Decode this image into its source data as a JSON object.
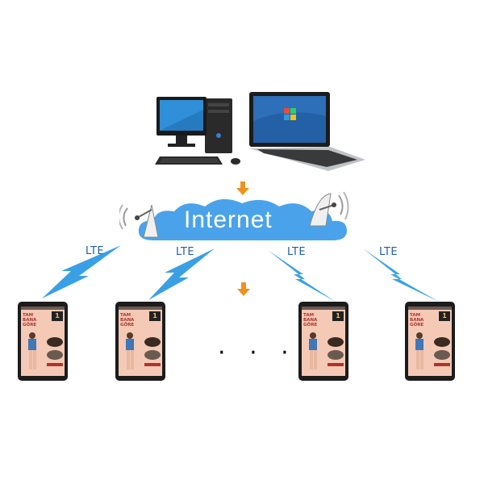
{
  "cloud": {
    "label": "Internet",
    "color": "#4aa3ea"
  },
  "wireless_links": [
    {
      "label": "LTE"
    },
    {
      "label": "LTE"
    },
    {
      "label": "LTE"
    },
    {
      "label": "LTE"
    }
  ],
  "devices": {
    "computers": [
      "desktop-computer-icon",
      "laptop-icon"
    ],
    "antennas": [
      "satellite-dish-icon",
      "satellite-dish-icon"
    ],
    "phones": [
      {
        "screen_text": "TAM BANA GÖRE",
        "badge": "1"
      },
      {
        "screen_text": "TAM BANA GÖRE",
        "badge": "1"
      },
      {
        "screen_text": "TAM BANA GÖRE",
        "badge": "1"
      },
      {
        "screen_text": "TAM BANA GÖRE",
        "badge": "1"
      }
    ],
    "ellipsis": "· · ·"
  },
  "colors": {
    "arrow": "#f0921e",
    "lightning": "#3aa0e6",
    "lte_text": "#1f5fa8",
    "cloud": "#4aa3ea"
  }
}
